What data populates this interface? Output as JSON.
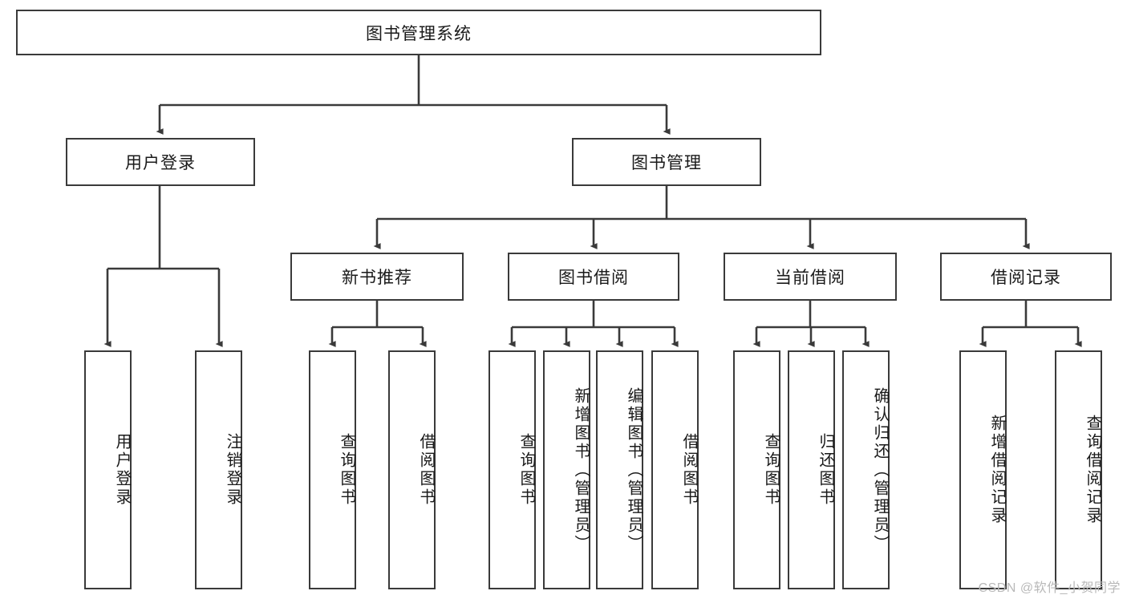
{
  "diagram": {
    "title_node": {
      "label": "图书管理系统"
    },
    "level2": [
      {
        "id": "user-login",
        "label": "用户登录"
      },
      {
        "id": "book-manage",
        "label": "图书管理"
      }
    ],
    "level3": [
      {
        "id": "new-book-recommend",
        "label": "新书推荐"
      },
      {
        "id": "book-borrow",
        "label": "图书借阅"
      },
      {
        "id": "current-borrow",
        "label": "当前借阅"
      },
      {
        "id": "borrow-record",
        "label": "借阅记录"
      }
    ],
    "leaves": {
      "user_login": [
        {
          "id": "leaf-user-login",
          "label": "用户登录"
        },
        {
          "id": "leaf-logout-login",
          "label": "注销登录"
        }
      ],
      "new_book_recommend": [
        {
          "id": "leaf-query-book-1",
          "label": "查询图书"
        },
        {
          "id": "leaf-borrow-book-1",
          "label": "借阅图书"
        }
      ],
      "book_borrow": [
        {
          "id": "leaf-query-book-2",
          "label": "查询图书"
        },
        {
          "id": "leaf-add-book",
          "label": "新增图书（管理员）"
        },
        {
          "id": "leaf-edit-book",
          "label": "编辑图书（管理员）"
        },
        {
          "id": "leaf-borrow-book-2",
          "label": "借阅图书"
        }
      ],
      "current_borrow": [
        {
          "id": "leaf-query-book-3",
          "label": "查询图书"
        },
        {
          "id": "leaf-return-book",
          "label": "归还图书"
        },
        {
          "id": "leaf-confirm-return",
          "label": "确认归还（管理员）"
        }
      ],
      "borrow_record": [
        {
          "id": "leaf-add-borrow-record",
          "label": "新增借阅记录"
        },
        {
          "id": "leaf-query-borrow-record",
          "label": "查询借阅记录"
        }
      ]
    },
    "watermark": "CSDN @软件_小贺同学",
    "colors": {
      "box_border": "#3a3a3a",
      "box_fill": "#ffffff",
      "connector": "#3a3a3a",
      "text": "#1a1a1a",
      "watermark": "#b9b9b9",
      "background": "#ffffff"
    }
  }
}
